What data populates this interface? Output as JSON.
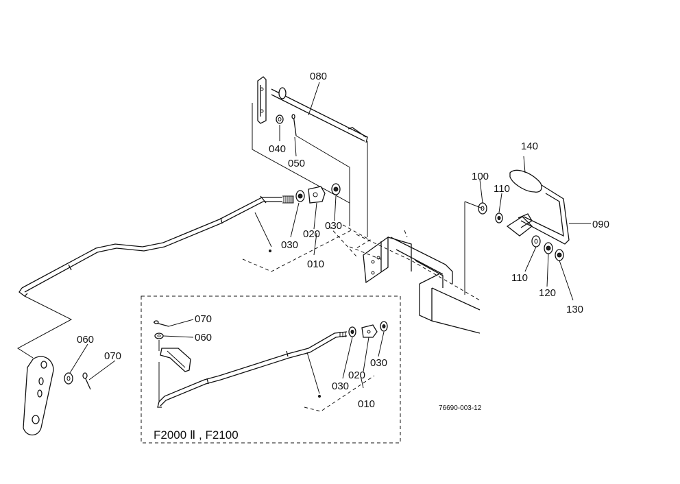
{
  "callouts": {
    "c080": "080",
    "c040": "040",
    "c050": "050",
    "c030a": "030",
    "c020a": "020",
    "c030b": "030",
    "c010a": "010",
    "c060a": "060",
    "c070a": "070",
    "c140": "140",
    "c100": "100",
    "c110a": "110",
    "c090": "090",
    "c110b": "110",
    "c120": "120",
    "c130": "130",
    "c070b": "070",
    "c060b": "060",
    "c030c": "030",
    "c020b": "020",
    "c030d": "030",
    "c010b": "010"
  },
  "inset": {
    "title": "F2000 Ⅱ , F2100"
  },
  "drawing_code": "76690-003-12"
}
